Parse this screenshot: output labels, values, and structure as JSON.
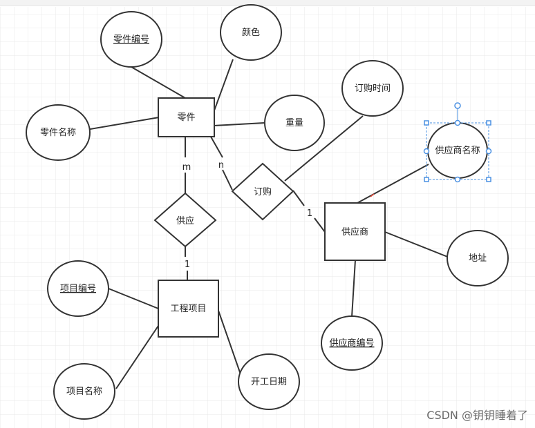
{
  "entities": [
    {
      "id": "part",
      "label": "零件"
    },
    {
      "id": "project",
      "label": "工程项目"
    },
    {
      "id": "supplier",
      "label": "供应商"
    }
  ],
  "relationships": [
    {
      "id": "supply",
      "label": "供应"
    },
    {
      "id": "order",
      "label": "订购"
    }
  ],
  "attributes": [
    {
      "id": "part_no",
      "label": "零件编号",
      "key": true
    },
    {
      "id": "color",
      "label": "颜色",
      "key": false
    },
    {
      "id": "part_name",
      "label": "零件名称",
      "key": false
    },
    {
      "id": "weight",
      "label": "重量",
      "key": false
    },
    {
      "id": "order_time",
      "label": "订购时间",
      "key": false
    },
    {
      "id": "supplier_name",
      "label": "供应商名称",
      "key": false
    },
    {
      "id": "address",
      "label": "地址",
      "key": false
    },
    {
      "id": "supplier_no",
      "label": "供应商编号",
      "key": true
    },
    {
      "id": "project_no",
      "label": "项目编号",
      "key": true
    },
    {
      "id": "project_name",
      "label": "项目名称",
      "key": false
    },
    {
      "id": "start_date",
      "label": "开工日期",
      "key": false
    }
  ],
  "cardinalities": [
    {
      "id": "m",
      "label": "m"
    },
    {
      "id": "n",
      "label": "n"
    },
    {
      "id": "one_supply",
      "label": "1"
    },
    {
      "id": "one_order",
      "label": "1"
    }
  ],
  "watermark": "CSDN @钥钥睡着了",
  "colors": {
    "stroke": "#333333",
    "grid": "#e8e8e8",
    "selection": "#4a90e2"
  }
}
